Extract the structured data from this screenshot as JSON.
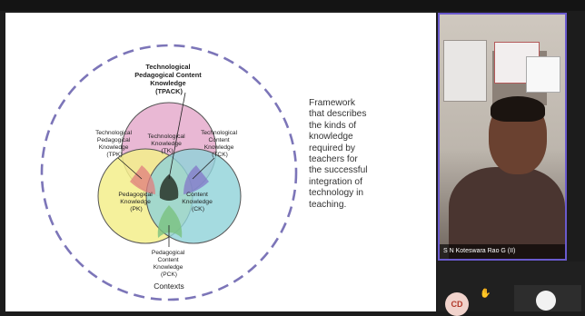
{
  "slide": {
    "tpack_title": [
      "Technological",
      "Pedagogical Content",
      "Knowledge",
      "(TPACK)"
    ],
    "tpk_label": [
      "Technological",
      "Pedagogical",
      "Knowledge",
      "(TPK)"
    ],
    "tck_label": [
      "Technological",
      "Content",
      "Knowledge",
      "(TCK)"
    ],
    "tk_label": [
      "Technological",
      "Knowledge",
      "(TK)"
    ],
    "pk_label": [
      "Pedagogical",
      "Knowledge",
      "(PK)"
    ],
    "ck_label": [
      "Content",
      "Knowledge",
      "(CK)"
    ],
    "pck_label": [
      "Pedagogical",
      "Content",
      "Knowledge",
      "(PCK)"
    ],
    "contexts_label": "Contexts",
    "description_lines": [
      "Framework",
      "that describes",
      "the kinds of",
      "knowledge",
      "required by",
      "teachers for",
      "the successful",
      "integration of",
      "technology in",
      "teaching."
    ]
  },
  "video": {
    "participant_name": "S N Koteswara Rao G (II)"
  },
  "participants": {
    "avatar_initials": "CD"
  },
  "colors": {
    "tk_circle": "#e7b0cf",
    "pk_circle": "#f3ef8b",
    "ck_circle": "#8ed2d8",
    "context_dash": "#7c75b8",
    "video_border": "#6a5acd"
  }
}
